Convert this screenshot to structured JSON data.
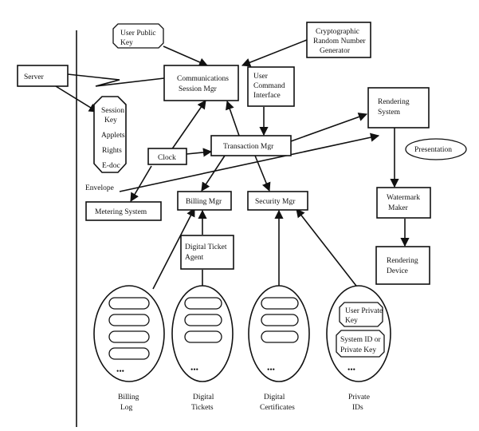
{
  "boxes": {
    "server": "Server",
    "user_public_key": [
      "User Public",
      "Key"
    ],
    "comm_session_mgr": [
      "Communications",
      "Session Mgr"
    ],
    "crypto_rng": [
      "Cryptographic",
      "Random Number",
      "Generator"
    ],
    "user_command_interface": [
      "User",
      "Command",
      "Interface"
    ],
    "rendering_system": [
      "Rendering",
      "System"
    ],
    "presentation": "Presentation",
    "clock": "Clock",
    "transaction_mgr": "Transaction Mgr",
    "metering_system": "Metering System",
    "billing_mgr": "Billing Mgr",
    "security_mgr": "Security Mgr",
    "watermark_maker": [
      "Watermark",
      "Maker"
    ],
    "digital_ticket_agent": [
      "Digital Ticket",
      "Agent"
    ],
    "rendering_device": [
      "Rendering",
      "Device"
    ]
  },
  "envelope": {
    "label": "Envelope",
    "items": [
      "Session",
      "Key",
      "Applets",
      "Rights",
      "E-doc"
    ]
  },
  "private_ids_items": [
    [
      "User Private",
      "Key"
    ],
    [
      "System ID or",
      "Private Key"
    ]
  ],
  "ellipsis": "•••",
  "stores": [
    [
      "Billing",
      "Log"
    ],
    [
      "Digital",
      "Tickets"
    ],
    [
      "Digital",
      "Certificates"
    ],
    [
      "Private",
      "IDs"
    ]
  ]
}
